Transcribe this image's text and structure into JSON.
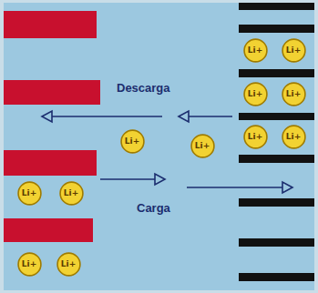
{
  "diagram": {
    "nodes": [
      {
        "text": [
          "Li+"
        ]
      },
      {
        "text": [
          "Li+"
        ]
      },
      {
        "text": [
          "Li+"
        ]
      },
      {
        "text": [
          "Li+"
        ]
      },
      {
        "text": [
          "Li+"
        ]
      },
      {
        "text": [
          "Li+"
        ]
      },
      {
        "text": [
          "Li+"
        ]
      },
      {
        "text": [
          "Li+"
        ]
      },
      {
        "text": [
          "Li+"
        ]
      },
      {
        "text": [
          "Li+"
        ]
      },
      {
        "text": [
          "Li+"
        ]
      },
      {
        "text": [
          "Li+"
        ]
      }
    ],
    "labels": [
      "Descarga",
      "Carga"
    ]
  }
}
